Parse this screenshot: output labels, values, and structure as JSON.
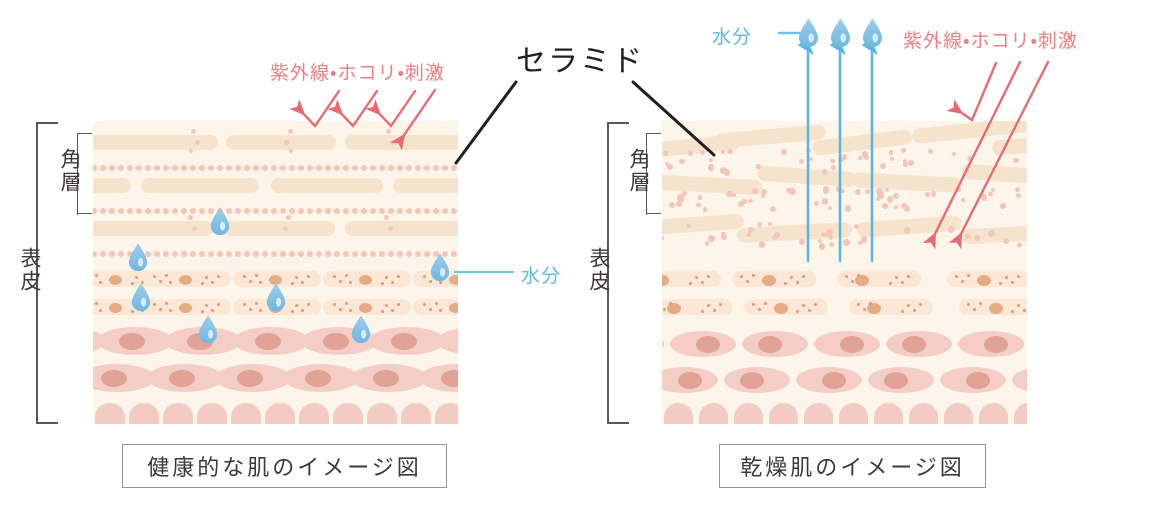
{
  "figure": {
    "title_label": "セラミド",
    "left": {
      "caption": "健康的な肌のイメージ図",
      "bracket_outer_label": "表皮",
      "bracket_inner_label": "角層",
      "irritant_label": "紫外線・ホコリ・刺激",
      "moisture_label": "水分"
    },
    "right": {
      "caption": "乾燥肌のイメージ図",
      "bracket_outer_label": "表皮",
      "bracket_inner_label": "角層",
      "irritant_label": "紫外線・ホコリ・刺激",
      "moisture_label": "水分"
    }
  },
  "colors": {
    "red": "#ef7f81",
    "blue": "#61b8e0",
    "black": "#231f1e",
    "skin_bg": "#fdf4ea",
    "corneum_bar": "#f6e3cd",
    "dot": "#f3c6bb",
    "granular": "#fae7d5",
    "granular_nucleus": "#e3a87f",
    "spinous": "#f3cdc6",
    "spinous_nucleus": "#e0a396",
    "basal": "#f3cbc3",
    "basal_nucleus": "#e0a699",
    "bracket": "#5c5553",
    "caption_border": "#9a9391"
  },
  "icons": {
    "water_drop": "water-drop-icon",
    "up_arrow": "arrow-up-icon",
    "bounce_arrow": "deflected-arrow-icon",
    "penetrating_arrow": "penetrating-arrow-icon"
  },
  "counts": {
    "left_drops_in_skin": 7,
    "left_bounced_arrows": 3,
    "left_penetrating_arrows": 1,
    "right_escaping_drops": 3,
    "right_escape_arrows": 3,
    "right_bounced_arrows": 1,
    "right_penetrating_arrows": 2
  }
}
